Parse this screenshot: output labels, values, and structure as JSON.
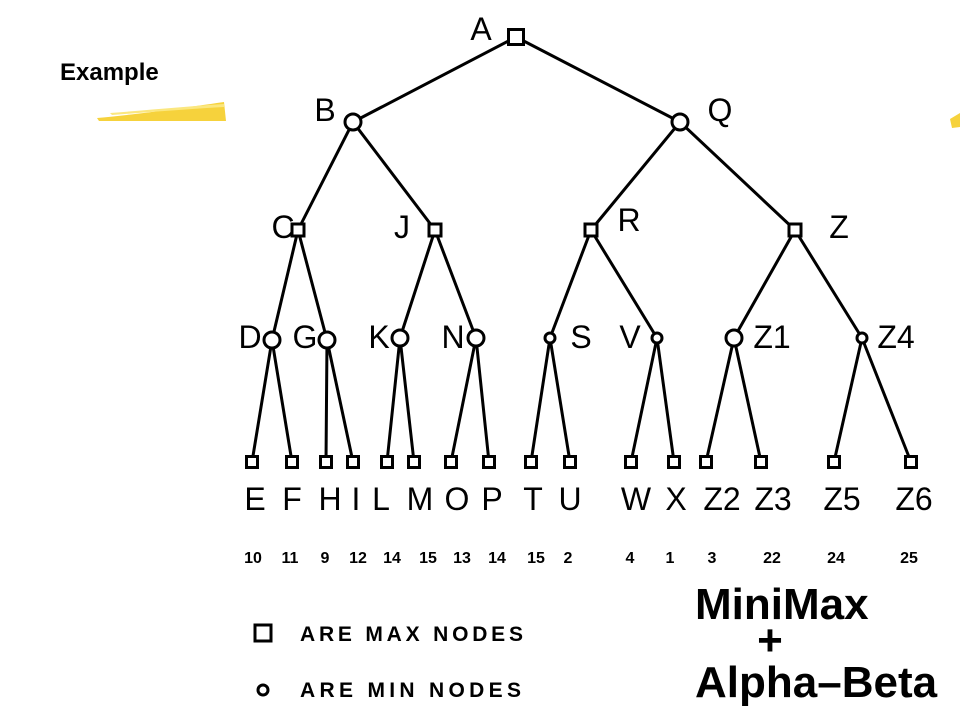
{
  "slide": {
    "title": "Example"
  },
  "tree": {
    "nodes": [
      {
        "id": "A",
        "label": "A",
        "kind": "max",
        "children": [
          "B",
          "Q"
        ]
      },
      {
        "id": "B",
        "label": "B",
        "kind": "min",
        "children": [
          "C",
          "J"
        ]
      },
      {
        "id": "Q",
        "label": "Q",
        "kind": "min",
        "children": [
          "R",
          "Z"
        ]
      },
      {
        "id": "C",
        "label": "C",
        "kind": "max",
        "children": [
          "D",
          "G"
        ]
      },
      {
        "id": "J",
        "label": "J",
        "kind": "max",
        "children": [
          "K",
          "N"
        ]
      },
      {
        "id": "R",
        "label": "R",
        "kind": "max",
        "children": [
          "S",
          "V"
        ]
      },
      {
        "id": "Z",
        "label": "Z",
        "kind": "max",
        "children": [
          "Z1",
          "Z4"
        ]
      },
      {
        "id": "D",
        "label": "D",
        "kind": "min",
        "children": [
          "E",
          "F"
        ]
      },
      {
        "id": "G",
        "label": "G",
        "kind": "min",
        "children": [
          "H",
          "I"
        ]
      },
      {
        "id": "K",
        "label": "K",
        "kind": "min",
        "children": [
          "L",
          "M"
        ]
      },
      {
        "id": "N",
        "label": "N",
        "kind": "min",
        "children": [
          "O",
          "P"
        ]
      },
      {
        "id": "S",
        "label": "S",
        "kind": "min",
        "children": [
          "T",
          "U"
        ]
      },
      {
        "id": "V",
        "label": "V",
        "kind": "min",
        "children": [
          "W",
          "X"
        ]
      },
      {
        "id": "Z1",
        "label": "Z1",
        "kind": "min",
        "children": [
          "Z2",
          "Z3"
        ]
      },
      {
        "id": "Z4",
        "label": "Z4",
        "kind": "min",
        "children": [
          "Z5",
          "Z6"
        ]
      }
    ],
    "leaves": [
      {
        "id": "E",
        "label": "E",
        "kind": "max",
        "value": "10"
      },
      {
        "id": "F",
        "label": "F",
        "kind": "max",
        "value": "11"
      },
      {
        "id": "H",
        "label": "H",
        "kind": "max",
        "value": "9"
      },
      {
        "id": "I",
        "label": "I",
        "kind": "max",
        "value": "12"
      },
      {
        "id": "L",
        "label": "L",
        "kind": "max",
        "value": "14"
      },
      {
        "id": "M",
        "label": "M",
        "kind": "max",
        "value": "15"
      },
      {
        "id": "O",
        "label": "O",
        "kind": "max",
        "value": "13"
      },
      {
        "id": "P",
        "label": "P",
        "kind": "max",
        "value": "14"
      },
      {
        "id": "T",
        "label": "T",
        "kind": "max",
        "value": "15"
      },
      {
        "id": "U",
        "label": "U",
        "kind": "max",
        "value": "2"
      },
      {
        "id": "W",
        "label": "W",
        "kind": "max",
        "value": "4"
      },
      {
        "id": "X",
        "label": "X",
        "kind": "max",
        "value": "1"
      },
      {
        "id": "Z2",
        "label": "Z2",
        "kind": "max",
        "value": "3"
      },
      {
        "id": "Z3",
        "label": "Z3",
        "kind": "max",
        "value": "22"
      },
      {
        "id": "Z5",
        "label": "Z5",
        "kind": "max",
        "value": "24"
      },
      {
        "id": "Z6",
        "label": "Z6",
        "kind": "max",
        "value": "25"
      }
    ]
  },
  "legend": {
    "max_label": "ARE MAX NODES",
    "min_label": "ARE MIN NODES",
    "max_icon": "square-icon",
    "min_icon": "circle-icon"
  },
  "heading": {
    "line1": "MiniMax",
    "line2": "+",
    "line3": "Alpha–Beta"
  },
  "colors": {
    "accent": "#f6d23c",
    "ink": "#000000",
    "background": "#ffffff"
  }
}
